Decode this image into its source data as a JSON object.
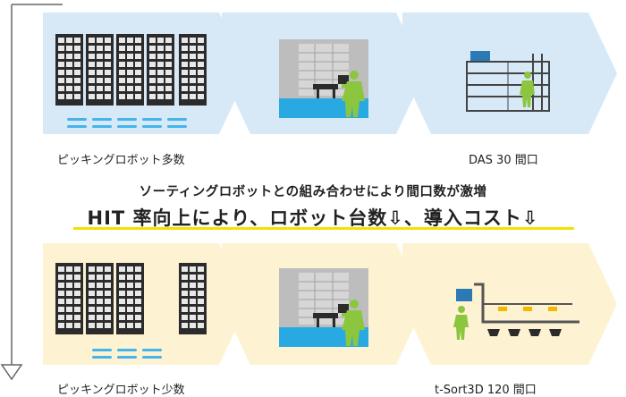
{
  "top_row": {
    "label_left": "ピッキングロボット多数",
    "label_right": "DAS 30 間口",
    "fill": "#d7e9f7"
  },
  "middle": {
    "line1": "ソーティングロボットとの組み合わせにより間口数が激増",
    "line2": "HIT 率向上により、ロボット台数⇩、導入コスト⇩"
  },
  "bottom_row": {
    "label_left": "ピッキングロボット少数",
    "label_right": "t-Sort3D 120 間口",
    "fill": "#fdf2d2"
  },
  "colors": {
    "worker": "#8cc63f",
    "floor": "#29a9e1",
    "shelf": "#2b2b2b",
    "robot": "#45b4ec",
    "underline": "#f2e200"
  }
}
